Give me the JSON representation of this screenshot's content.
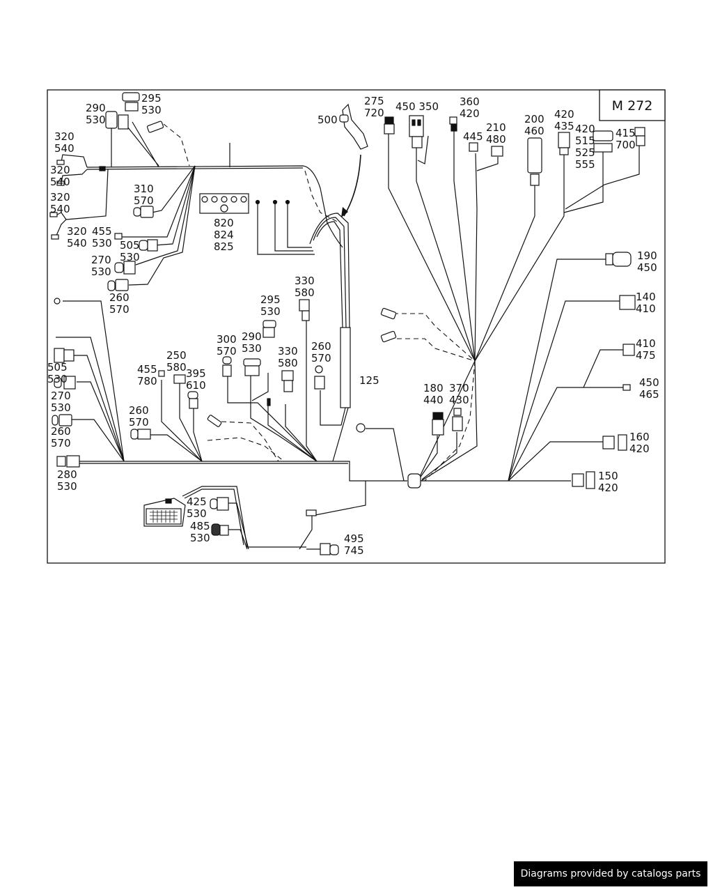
{
  "diagram": {
    "code": "M 272",
    "callouts": [
      {
        "id": "c-295-530-top",
        "lines": [
          "295",
          "530"
        ]
      },
      {
        "id": "c-290-530-top",
        "lines": [
          "290",
          "530"
        ]
      },
      {
        "id": "c-320-540-a",
        "lines": [
          "320",
          "540"
        ]
      },
      {
        "id": "c-320-540-b",
        "lines": [
          "320",
          "540"
        ]
      },
      {
        "id": "c-320-540-c",
        "lines": [
          "320",
          "540"
        ]
      },
      {
        "id": "c-320-540-d",
        "lines": [
          "320",
          "540"
        ]
      },
      {
        "id": "c-310-570",
        "lines": [
          "310",
          "570"
        ]
      },
      {
        "id": "c-455-530",
        "lines": [
          "455",
          "530"
        ]
      },
      {
        "id": "c-505-530-top",
        "lines": [
          "505",
          "530"
        ]
      },
      {
        "id": "c-270-530-top",
        "lines": [
          "270",
          "530"
        ]
      },
      {
        "id": "c-260-570-top",
        "lines": [
          "260",
          "570"
        ]
      },
      {
        "id": "c-820",
        "lines": [
          "820",
          "824",
          "825"
        ]
      },
      {
        "id": "c-500",
        "lines": [
          "500"
        ]
      },
      {
        "id": "c-275-720",
        "lines": [
          "275",
          "720"
        ]
      },
      {
        "id": "c-450-350",
        "lines": [
          "450 350"
        ]
      },
      {
        "id": "c-360-420",
        "lines": [
          "360",
          "420"
        ]
      },
      {
        "id": "c-445",
        "lines": [
          "445"
        ]
      },
      {
        "id": "c-210-480",
        "lines": [
          "210",
          "480"
        ]
      },
      {
        "id": "c-200-460",
        "lines": [
          "200",
          "460"
        ]
      },
      {
        "id": "c-420-435",
        "lines": [
          "420",
          "435"
        ]
      },
      {
        "id": "c-420-515",
        "lines": [
          "420",
          "515",
          "525",
          "555"
        ]
      },
      {
        "id": "c-415-700",
        "lines": [
          "415",
          "700"
        ]
      },
      {
        "id": "c-190-450",
        "lines": [
          "190",
          "450"
        ]
      },
      {
        "id": "c-140-410",
        "lines": [
          "140",
          "410"
        ]
      },
      {
        "id": "c-410-475",
        "lines": [
          "410",
          "475"
        ]
      },
      {
        "id": "c-450-465",
        "lines": [
          "450",
          "465"
        ]
      },
      {
        "id": "c-160-420",
        "lines": [
          "160",
          "420"
        ]
      },
      {
        "id": "c-150-420",
        "lines": [
          "150",
          "420"
        ]
      },
      {
        "id": "c-180-440",
        "lines": [
          "180",
          "440"
        ]
      },
      {
        "id": "c-370-430",
        "lines": [
          "370",
          "430"
        ]
      },
      {
        "id": "c-125",
        "lines": [
          "125"
        ]
      },
      {
        "id": "c-330-580-top",
        "lines": [
          "330",
          "580"
        ]
      },
      {
        "id": "c-295-530-mid",
        "lines": [
          "295",
          "530"
        ]
      },
      {
        "id": "c-290-530-mid",
        "lines": [
          "290",
          "530"
        ]
      },
      {
        "id": "c-300-570",
        "lines": [
          "300",
          "570"
        ]
      },
      {
        "id": "c-330-580-mid",
        "lines": [
          "330",
          "580"
        ]
      },
      {
        "id": "c-260-570-mid",
        "lines": [
          "260",
          "570"
        ]
      },
      {
        "id": "c-250-580",
        "lines": [
          "250",
          "580"
        ]
      },
      {
        "id": "c-455-780",
        "lines": [
          "455",
          "780"
        ]
      },
      {
        "id": "c-395-610",
        "lines": [
          "395",
          "610"
        ]
      },
      {
        "id": "c-260-570-left",
        "lines": [
          "260",
          "570"
        ]
      },
      {
        "id": "c-505-530-left",
        "lines": [
          "505",
          "530"
        ]
      },
      {
        "id": "c-270-530-left",
        "lines": [
          "270",
          "530"
        ]
      },
      {
        "id": "c-260-570-lower",
        "lines": [
          "260",
          "570"
        ]
      },
      {
        "id": "c-280-530",
        "lines": [
          "280",
          "530"
        ]
      },
      {
        "id": "c-425-530",
        "lines": [
          "425",
          "530"
        ]
      },
      {
        "id": "c-485-530",
        "lines": [
          "485",
          "530"
        ]
      },
      {
        "id": "c-495-745",
        "lines": [
          "495",
          "745"
        ]
      }
    ]
  },
  "footer": {
    "text": "Diagrams provided by catalogs parts"
  }
}
